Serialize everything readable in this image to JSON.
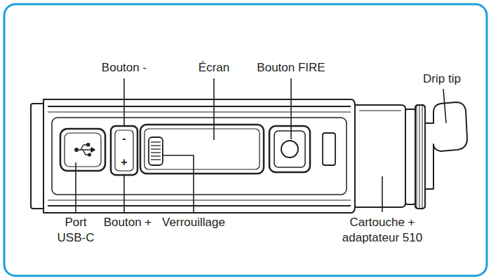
{
  "diagram": {
    "labels": [
      "Bouton -",
      "Écran",
      "Bouton FIRE",
      "Drip tip",
      "-",
      "+",
      "Port USB-C",
      "Bouton +",
      "Verrouillage",
      "Cartouche + adaptateur 510"
    ]
  }
}
